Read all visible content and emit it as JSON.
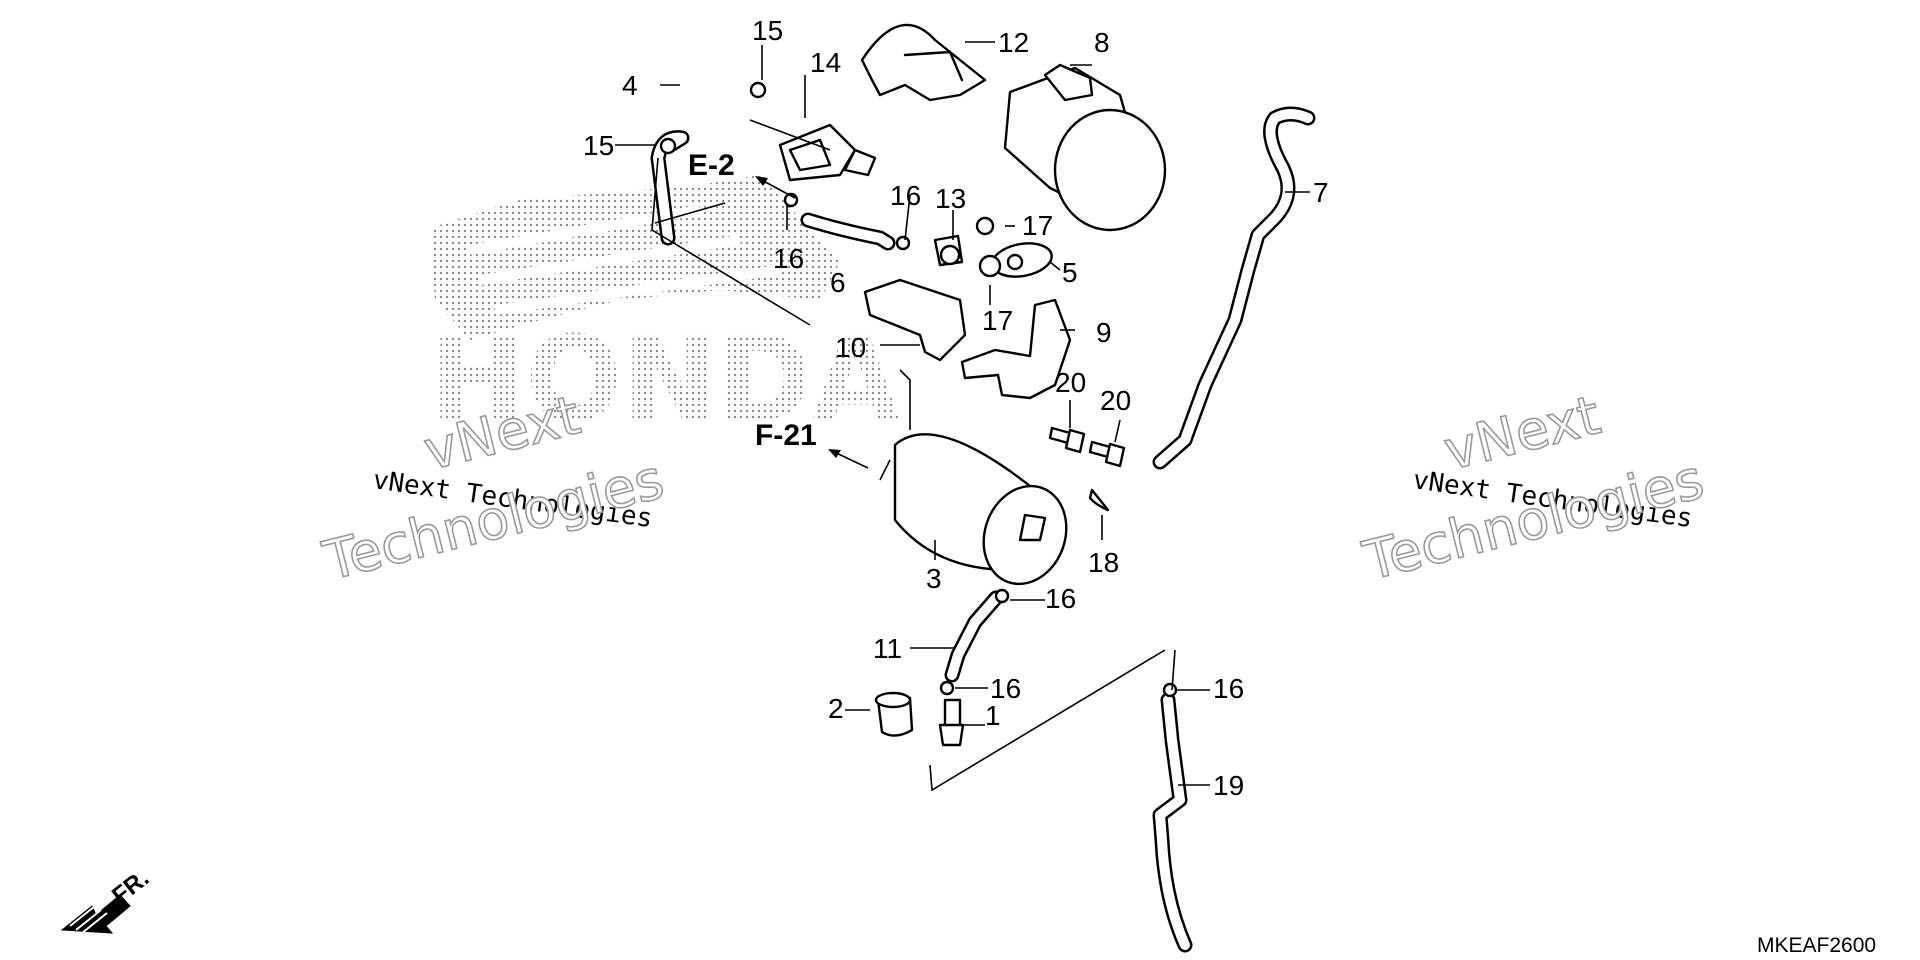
{
  "diagram": {
    "callouts": {
      "c1": "1",
      "c2": "2",
      "c3": "3",
      "c4": "4",
      "c5": "5",
      "c6": "6",
      "c7": "7",
      "c8": "8",
      "c9": "9",
      "c10": "10",
      "c11": "11",
      "c12": "12",
      "c13": "13",
      "c14": "14",
      "c15a": "15",
      "c15b": "15",
      "c16a": "16",
      "c16b": "16",
      "c16c": "16",
      "c16d": "16",
      "c16e": "16",
      "c17a": "17",
      "c17b": "17",
      "c18": "18",
      "c19": "19",
      "c20a": "20",
      "c20b": "20"
    },
    "references": {
      "e2": "E-2",
      "f21": "F-21"
    },
    "front_marker": "FR.",
    "brand_logo": "HONDA",
    "watermark": {
      "line_a": "vNext Technologies",
      "line_b1": "vNext",
      "line_b2": "Technologies"
    },
    "diagram_code": "MKEAF2600"
  }
}
